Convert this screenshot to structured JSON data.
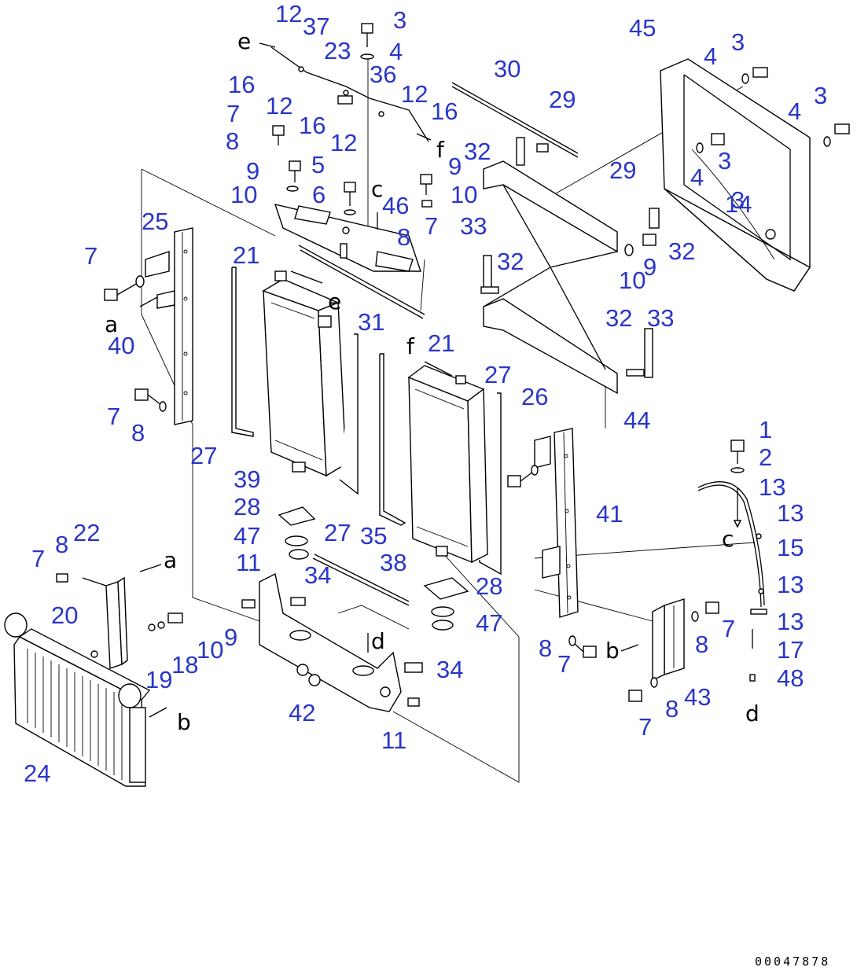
{
  "drawing_ref": "00047878",
  "colors": {
    "callout": "#2a36c8",
    "line": "#000000",
    "background": "#ffffff"
  },
  "callouts": [
    "12",
    "37",
    "3",
    "4",
    "45",
    "4",
    "3",
    "23",
    "36",
    "12",
    "16",
    "16",
    "12",
    "16",
    "12",
    "7",
    "8",
    "9",
    "5",
    "10",
    "6",
    "46",
    "9",
    "10",
    "7",
    "3",
    "4",
    "3",
    "4",
    "3",
    "30",
    "29",
    "32",
    "29",
    "14",
    "32",
    "8",
    "25",
    "7",
    "33",
    "32",
    "10",
    "9",
    "21",
    "31",
    "40",
    "21",
    "27",
    "32",
    "33",
    "44",
    "7",
    "8",
    "27",
    "39",
    "26",
    "28",
    "47",
    "34",
    "35",
    "27",
    "38",
    "41",
    "11",
    "28",
    "47",
    "7",
    "8",
    "22",
    "20",
    "1",
    "2",
    "13",
    "13",
    "15",
    "13",
    "13",
    "17",
    "48",
    "9",
    "10",
    "18",
    "19",
    "24",
    "42",
    "11",
    "34",
    "8",
    "7",
    "7",
    "8",
    "8",
    "7",
    "43",
    "8"
  ],
  "connector_letters": [
    "e",
    "f",
    "c",
    "a",
    "a",
    "e",
    "f",
    "c",
    "d",
    "d",
    "b",
    "b"
  ]
}
